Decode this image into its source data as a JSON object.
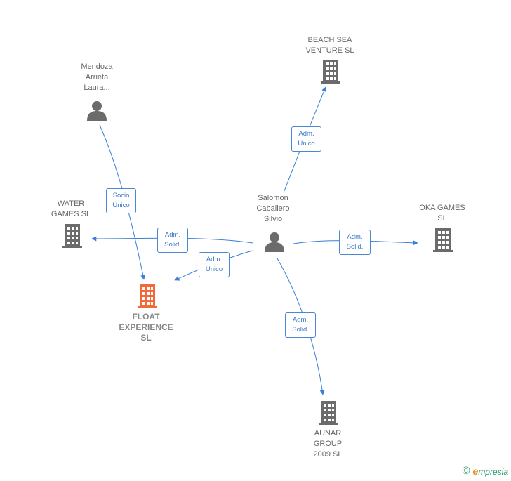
{
  "nodes": {
    "focus": {
      "label": "FLOAT\nEXPERIENCE\nSL",
      "kind": "company",
      "color": "#f06a3a"
    },
    "mendoza": {
      "label": "Mendoza\nArrieta\nLaura...",
      "kind": "person"
    },
    "salomon": {
      "label": "Salomon\nCaballero\nSilvio",
      "kind": "person"
    },
    "beach": {
      "label": "BEACH SEA\nVENTURE  SL",
      "kind": "company"
    },
    "water": {
      "label": "WATER\nGAMES  SL",
      "kind": "company"
    },
    "oka": {
      "label": "OKA GAMES\nSL",
      "kind": "company"
    },
    "aunar": {
      "label": "AUNAR\nGROUP\n2009 SL",
      "kind": "company"
    }
  },
  "edges": [
    {
      "id": "mendoza-focus",
      "label": "Socio\nÚnico"
    },
    {
      "id": "salomon-beach",
      "label": "Adm.\nUnico"
    },
    {
      "id": "salomon-water",
      "label": "Adm.\nSolid."
    },
    {
      "id": "salomon-focus",
      "label": "Adm.\nUnico"
    },
    {
      "id": "salomon-oka",
      "label": "Adm.\nSolid."
    },
    {
      "id": "salomon-aunar",
      "label": "Adm.\nSolid."
    }
  ],
  "colors": {
    "edge": "#3a7fd5",
    "icon": "#6b6b6b",
    "focus": "#f06a3a"
  },
  "footer": {
    "copyright": "©",
    "brand_initial": "e",
    "brand_rest": "mpresia"
  }
}
